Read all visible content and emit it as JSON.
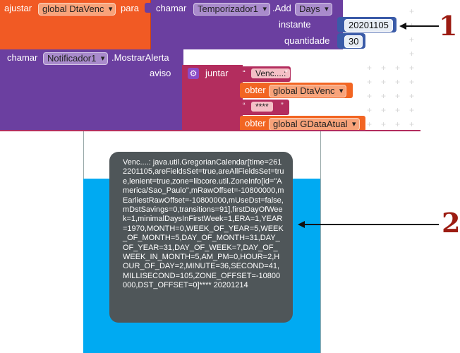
{
  "blocks": {
    "set_block": {
      "prefix": "ajustar",
      "variable": "global DtaVenc",
      "suffix": "para",
      "color": "#f15a24"
    },
    "call_block": {
      "prefix": "chamar",
      "component": "Temporizador1",
      "method": ".Add",
      "unit": "Days",
      "param_instante": "instante",
      "instante_value": "20201105",
      "param_quantidade": "quantidade",
      "quantidade_value": "30",
      "color": "#6b3fa0"
    },
    "notifier_block": {
      "prefix": "chamar",
      "component": "Notificador1",
      "method": ".MostrarAlerta",
      "param_aviso": "aviso",
      "color": "#6b3fa0"
    },
    "join_block": {
      "label": "juntar",
      "icon": "gear-icon",
      "color": "#b32d5e",
      "items": [
        {
          "type": "string",
          "text": "Venc....: "
        },
        {
          "type": "get",
          "prefix": "obter",
          "variable": "global DtaVenc"
        },
        {
          "type": "string",
          "text": "****"
        },
        {
          "type": "get",
          "prefix": "obter",
          "variable": "global GDataAtual"
        }
      ]
    }
  },
  "alert": {
    "message": "Venc....: java.util.GregorianCalendar[time=2612201105,areFieldsSet=true,areAllFieldsSet=true,lenient=true,zone=libcore.util.ZoneInfo[id=\"America/Sao_Paulo\",mRawOffset=-10800000,mEarliestRawOffset=-10800000,mUseDst=false,mDstSavings=0,transitions=91],firstDayOfWeek=1,minimalDaysInFirstWeek=1,ERA=1,YEAR=1970,MONTH=0,WEEK_OF_YEAR=5,WEEK_OF_MONTH=5,DAY_OF_MONTH=31,DAY_OF_YEAR=31,DAY_OF_WEEK=7,DAY_OF_WEEK_IN_MONTH=5,AM_PM=0,HOUR=2,HOUR_OF_DAY=2,MINUTE=36,SECOND=41,MILLISECOND=105,ZONE_OFFSET=-10800000,DST_OFFSET=0]**** 20201214"
  },
  "annotations": {
    "callout_1": "1",
    "callout_2": "2"
  },
  "colors": {
    "accent_callout": "#9c1c12",
    "screen_blue": "#00aaf2",
    "toast_bg": "#4f5659",
    "get_block": "#f26522",
    "string_block": "#b32d5e"
  }
}
